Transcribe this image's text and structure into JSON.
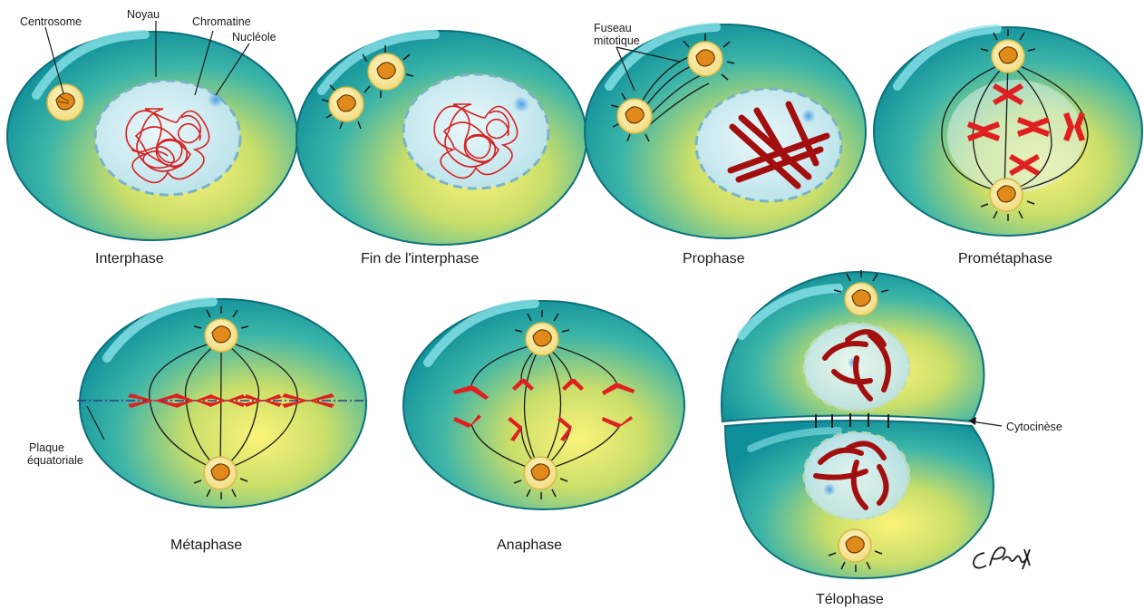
{
  "stages": [
    {
      "key": "interphase",
      "caption": "Interphase"
    },
    {
      "key": "fin-interphase",
      "caption": "Fin de l'interphase"
    },
    {
      "key": "prophase",
      "caption": "Prophase"
    },
    {
      "key": "prometaphase",
      "caption": "Prométaphase"
    },
    {
      "key": "metaphase",
      "caption": "Métaphase"
    },
    {
      "key": "anaphase",
      "caption": "Anaphase"
    },
    {
      "key": "telophase",
      "caption": "Télophase"
    }
  ],
  "labels": {
    "centrosome": "Centrosome",
    "noyau": "Noyau",
    "chromatine": "Chromatine",
    "nucleole": "Nucléole",
    "fuseau_line1": "Fuseau",
    "fuseau_line2": "mitotique",
    "plaque_line1": "Plaque",
    "plaque_line2": "équatoriale",
    "cytocinese": "Cytocinèse"
  },
  "signature": "C.Proulx",
  "colors": {
    "cell_teal": "#12a2ab",
    "cell_yellow": "#f6e86a",
    "nucleus": "#c9ebf0",
    "chromosome_red": "#d01818",
    "chromosome_dark": "#a30f0f",
    "centrosome": "#fbeaa6",
    "centriole": "#e08a1c"
  }
}
